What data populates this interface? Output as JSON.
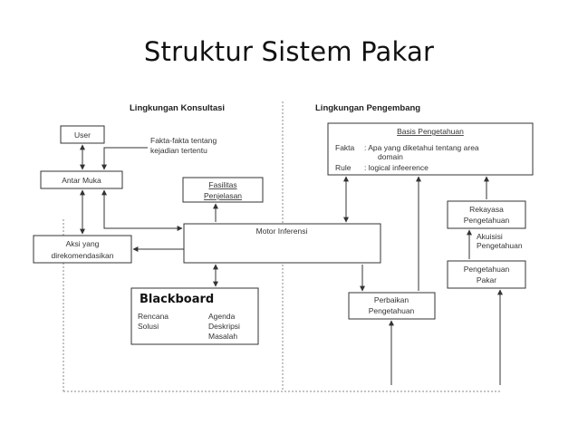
{
  "title": "Struktur Sistem Pakar",
  "sections": {
    "consultation": "Lingkungan Konsultasi",
    "development": "Lingkungan Pengembang"
  },
  "nodes": {
    "user": "User",
    "facts_note_line1": "Fakta-fakta tentang",
    "facts_note_line2": "kejadian tertentu",
    "interface": "Antar Muka",
    "explanation_line1": "Fasilitas",
    "explanation_line2": "Penjelasan",
    "action_line1": "Aksi yang",
    "action_line2": "direkomendasikan",
    "inference": "Motor Inferensi",
    "blackboard": {
      "title": "Blackboard",
      "col1": [
        "Rencana",
        "Solusi"
      ],
      "col2": [
        "Agenda",
        "Deskripsi",
        "Masalah"
      ]
    },
    "knowledge_base": {
      "title": "Basis Pengetahuan",
      "fact_key": "Fakta",
      "fact_value_line1": ": Apa yang diketahui tentang area",
      "fact_value_line2": "domain",
      "rule_key": "Rule",
      "rule_value": ": logical infeerence"
    },
    "engineering_line1": "Rekayasa",
    "engineering_line2": "Pengetahuan",
    "acquisition_line1": "Akuisisi",
    "acquisition_line2": "Pengetahuan",
    "expert_line1": "Pengetahuan",
    "expert_line2": "Pakar",
    "refinement_line1": "Perbaikan",
    "refinement_line2": "Pengetahuan"
  }
}
